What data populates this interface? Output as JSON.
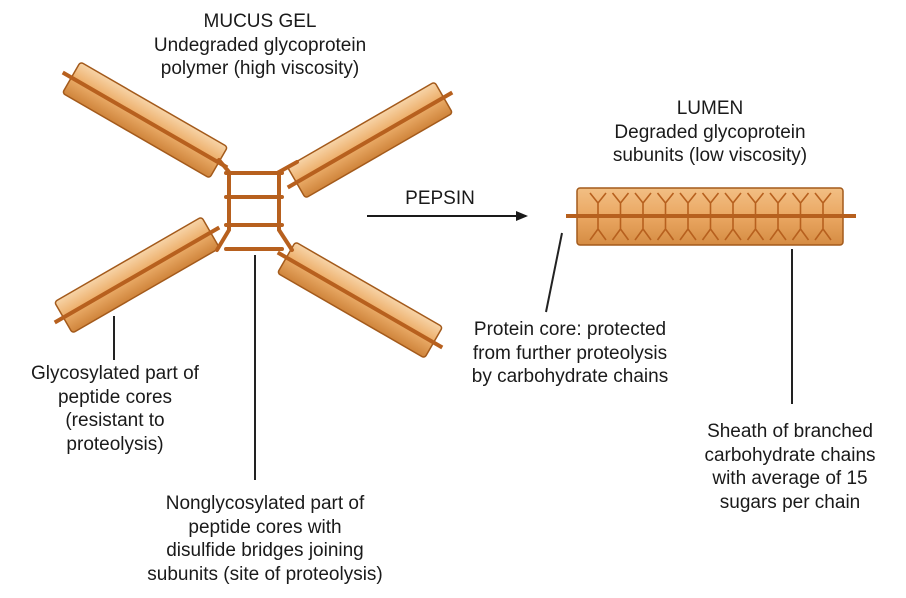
{
  "mucus_gel": {
    "title": "MUCUS GEL",
    "lines": [
      "Undegraded glycoprotein",
      "polymer (high viscosity)"
    ]
  },
  "lumen": {
    "title": "LUMEN",
    "lines": [
      "Degraded glycoprotein",
      "subunits (low viscosity)"
    ]
  },
  "arrow_label": "PEPSIN",
  "labels": {
    "glycosylated": [
      "Glycosylated part of",
      "peptide cores",
      "(resistant to",
      "proteolysis)"
    ],
    "nonglycosylated": [
      "Nonglycosylated part of",
      "peptide cores with",
      "disulfide bridges joining",
      "subunits (site of proteolysis)"
    ],
    "protein_core": [
      "Protein core: protected",
      "from further proteolysis",
      "by carbohydrate chains"
    ],
    "sheath": [
      "Sheath of branched",
      "carbohydrate chains",
      "with average of 15",
      "sugars per chain"
    ]
  },
  "colors": {
    "rod_fill": "#ecae6c",
    "rod_highlight": "#f6d2a6",
    "rod_shade": "#c97c33",
    "rod_border": "#a35a1b",
    "core": "#b7601e",
    "leader": "#222222"
  }
}
